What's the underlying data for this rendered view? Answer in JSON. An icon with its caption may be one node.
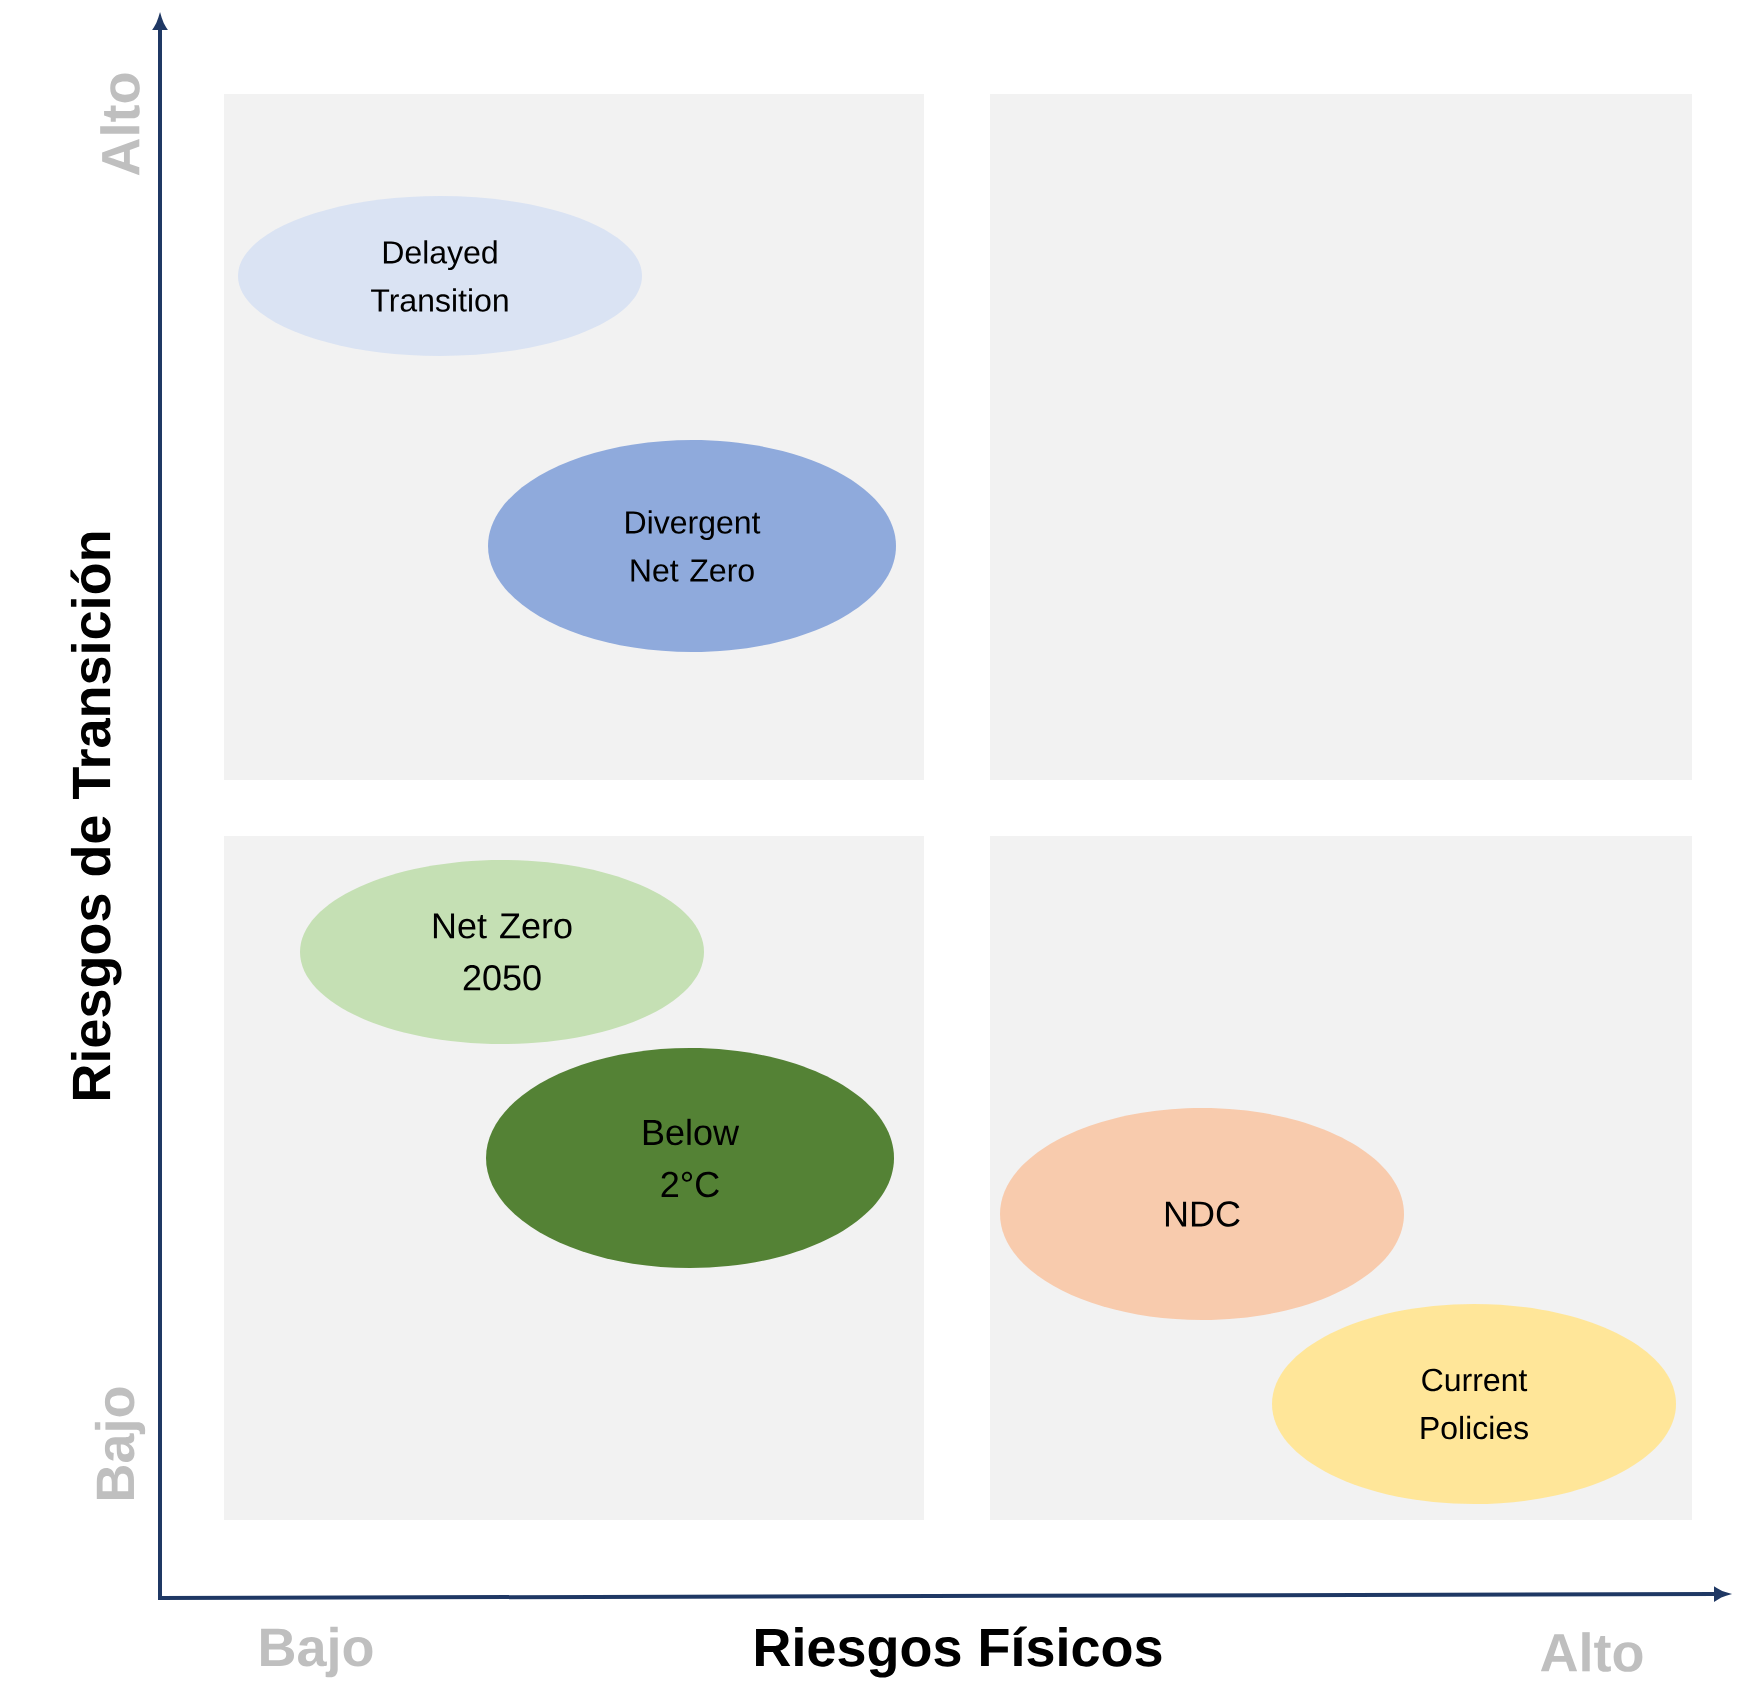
{
  "diagram": {
    "nodes": [
      {
        "text": [],
        "shape": "box"
      },
      {
        "text": [],
        "shape": "box"
      },
      {
        "text": [],
        "shape": "box"
      },
      {
        "text": [],
        "shape": "box"
      },
      {
        "text": [
          "Delayed Transition"
        ],
        "in": 0
      },
      {
        "text": [
          "Divergent Net Zero"
        ],
        "in": 0
      },
      {
        "text": [
          "Net Zero 2050"
        ],
        "in": 2
      },
      {
        "text": [
          "Below 2°C"
        ],
        "in": 2
      },
      {
        "text": [
          "NDC"
        ],
        "in": 3
      },
      {
        "text": [
          "Current Policies"
        ],
        "in": 3
      }
    ],
    "labels": [
      "Alto",
      "Riesgos de Transición",
      "Bajo",
      "Bajo",
      "Riesgos Físicos",
      "Alto"
    ]
  }
}
